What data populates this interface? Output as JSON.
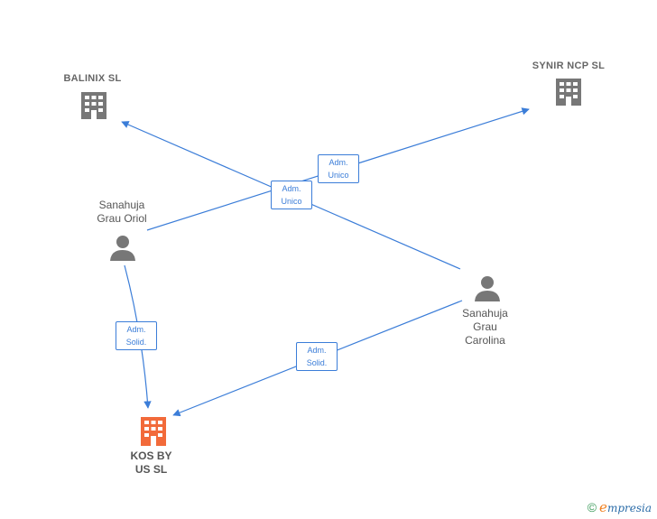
{
  "nodes": {
    "balinix": {
      "name": "BALINIX  SL",
      "type": "company"
    },
    "synir": {
      "name": "SYNIR NCP  SL",
      "type": "company"
    },
    "oriol": {
      "name_line1": "Sanahuja",
      "name_line2": "Grau Oriol",
      "type": "person"
    },
    "carolina": {
      "name_line1": "Sanahuja",
      "name_line2": "Grau",
      "name_line3": "Carolina",
      "type": "person"
    },
    "kos": {
      "name_line1": "KOS BY",
      "name_line2": "US  SL",
      "type": "company-main"
    }
  },
  "edges": {
    "adm_unico_synir": {
      "line1": "Adm.",
      "line2": "Unico"
    },
    "adm_unico_balinix": {
      "line1": "Adm.",
      "line2": "Unico"
    },
    "adm_solid_oriol": {
      "line1": "Adm.",
      "line2": "Solid."
    },
    "adm_solid_carolina": {
      "line1": "Adm.",
      "line2": "Solid."
    }
  },
  "colors": {
    "edge": "#3b7dd8",
    "company_icon": "#777777",
    "main_icon": "#f26a3a",
    "person_icon": "#777777"
  },
  "footer": {
    "copyright_symbol": "©",
    "brand_first": "e",
    "brand_rest": "mpresia"
  }
}
